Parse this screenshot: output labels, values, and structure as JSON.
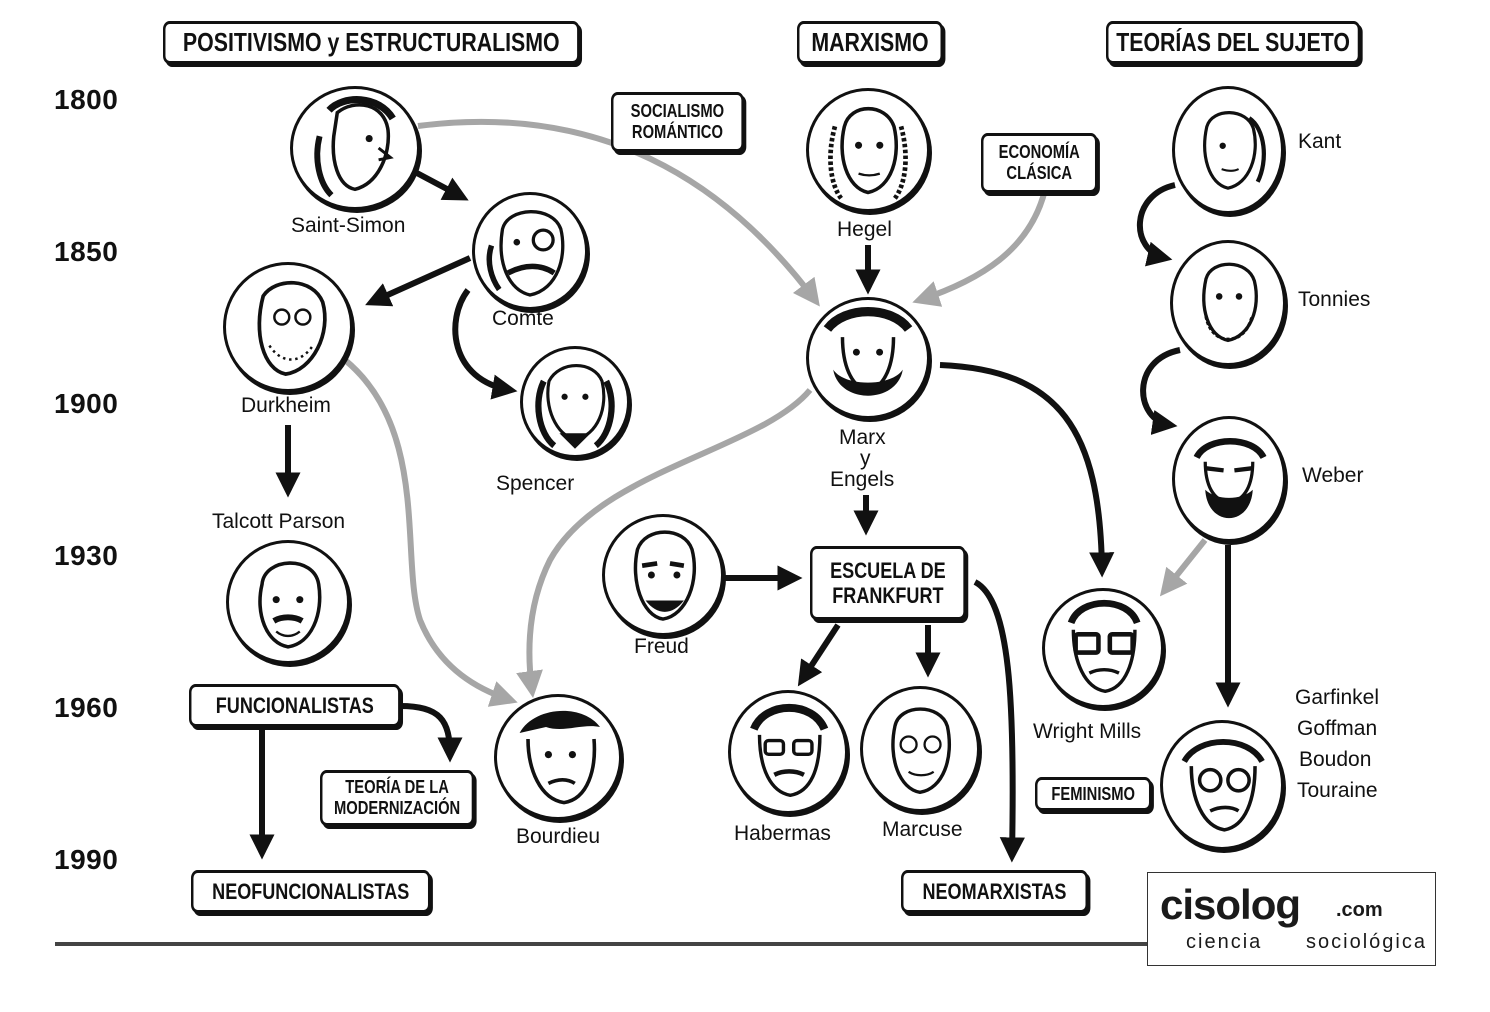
{
  "header": {
    "col_positivismo": "POSITIVISMO y ESTRUCTURALISMO",
    "col_marxismo": "MARXISMO",
    "col_sujeto": "TEORÍAS DEL SUJETO"
  },
  "years": [
    "1800",
    "1850",
    "1900",
    "1930",
    "1960",
    "1990"
  ],
  "boxes": {
    "socialismo_l1": "SOCIALISMO",
    "socialismo_l2": "ROMÁNTICO",
    "economia_l1": "ECONOMÍA",
    "economia_l2": "CLÁSICA",
    "frankfurt_l1": "ESCUELA DE",
    "frankfurt_l2": "FRANKFURT",
    "funcionalistas": "FUNCIONALISTAS",
    "modernizacion_l1": "TEORÍA DE LA",
    "modernizacion_l2": "MODERNIZACIÓN",
    "neofuncionalistas": "NEOFUNCIONALISTAS",
    "neomarxistas": "NEOMARXISTAS",
    "feminismo": "FEMINISMO"
  },
  "people": {
    "saint_simon": "Saint-Simon",
    "comte": "Comte",
    "durkheim": "Durkheim",
    "spencer": "Spencer",
    "talcott": "Talcott Parson",
    "bourdieu": "Bourdieu",
    "hegel": "Hegel",
    "marx_l1": "Marx",
    "marx_l2": "y",
    "marx_l3": "Engels",
    "freud": "Freud",
    "habermas": "Habermas",
    "marcuse": "Marcuse",
    "wright_mills": "Wright Mills",
    "kant": "Kant",
    "tonnies": "Tonnies",
    "weber": "Weber",
    "garfinkel": "Garfinkel",
    "goffman": "Goffman",
    "boudon": "Boudon",
    "touraine": "Touraine"
  },
  "logo": {
    "main": "cisolog",
    "suffix": ".com",
    "tag1": "ciencia",
    "tag2": "sociológica"
  },
  "colors": {
    "ink": "#111111",
    "gray_arrow": "#a6a6a6"
  }
}
